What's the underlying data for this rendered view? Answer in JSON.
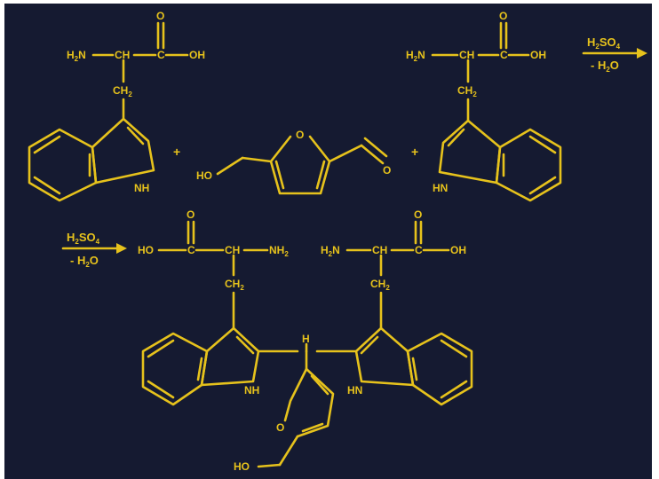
{
  "colors": {
    "background": "#151a31",
    "structure": "#e6c21c",
    "page": "#ffffff"
  },
  "labels": {
    "amine_left": "H2N",
    "ch": "CH",
    "c": "C",
    "o": "O",
    "oh": "OH",
    "ho": "HO",
    "ch2": "CH2",
    "nh": "NH",
    "hn": "HN",
    "nh2": "NH2",
    "h": "H",
    "plus": "+"
  },
  "conditions": {
    "reagent": "H2SO4",
    "byproduct": "- H2O"
  }
}
